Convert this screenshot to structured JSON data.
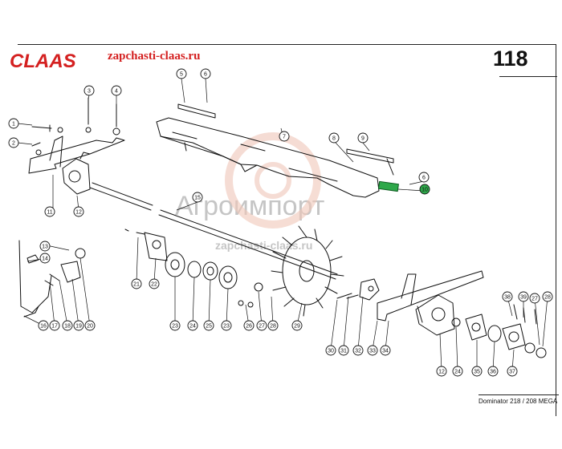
{
  "header": {
    "brand": "CLAAS",
    "site": "zapchasti-claas.ru",
    "page_number": "118"
  },
  "watermark": {
    "main": "Агроимпорт",
    "sub": "zapchasti-claas.ru"
  },
  "footer": {
    "caption": "Dominator 218 / 208 MEGA"
  },
  "colors": {
    "brand_red": "#d42020",
    "highlight_green": "#2ea84a",
    "line": "#111111"
  },
  "callouts": [
    {
      "label": "1"
    },
    {
      "label": "2"
    },
    {
      "label": "3"
    },
    {
      "label": "4"
    },
    {
      "label": "5"
    },
    {
      "label": "6"
    },
    {
      "label": "7"
    },
    {
      "label": "8"
    },
    {
      "label": "9"
    },
    {
      "label": "6"
    },
    {
      "label": "10",
      "highlight": true
    },
    {
      "label": "11"
    },
    {
      "label": "12"
    },
    {
      "label": "15"
    },
    {
      "label": "13"
    },
    {
      "label": "14"
    },
    {
      "label": "16"
    },
    {
      "label": "17"
    },
    {
      "label": "18"
    },
    {
      "label": "19"
    },
    {
      "label": "20"
    },
    {
      "label": "21"
    },
    {
      "label": "22"
    },
    {
      "label": "23"
    },
    {
      "label": "24"
    },
    {
      "label": "25"
    },
    {
      "label": "23"
    },
    {
      "label": "26"
    },
    {
      "label": "27"
    },
    {
      "label": "28"
    },
    {
      "label": "29"
    },
    {
      "label": "30"
    },
    {
      "label": "31"
    },
    {
      "label": "32"
    },
    {
      "label": "33"
    },
    {
      "label": "34"
    },
    {
      "label": "12"
    },
    {
      "label": "24"
    },
    {
      "label": "35"
    },
    {
      "label": "36"
    },
    {
      "label": "37"
    },
    {
      "label": "38"
    },
    {
      "label": "39"
    },
    {
      "label": "27"
    },
    {
      "label": "28"
    }
  ]
}
